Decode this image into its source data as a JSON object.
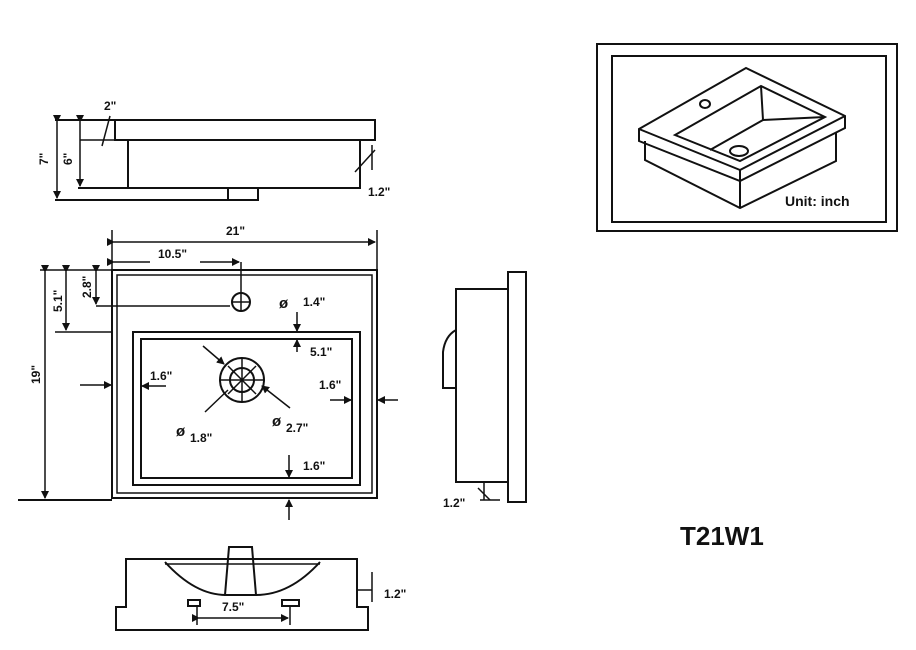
{
  "model": "T21W1",
  "unit_label": "Unit: inch",
  "top_side_view": {
    "height_total": "7\"",
    "height_body": "6\"",
    "slab_thickness": "2\"",
    "rim_offset": "1.2\""
  },
  "plan_view": {
    "width": "21\"",
    "faucet_offset": "10.5\"",
    "depth": "19\"",
    "basin_offset": "5.1\"",
    "faucet_hole_offset": "2.8\"",
    "faucet_hole_dia_symbol": "ø",
    "faucet_hole_dia": "1.4\"",
    "basin_gap": "5.1\"",
    "left_margin": "1.6\"",
    "right_margin": "1.6\"",
    "bottom_margin": "1.6\"",
    "drain_inner_symbol": "ø",
    "drain_inner_dia": "1.8\"",
    "drain_outer_symbol": "ø",
    "drain_outer_dia": "2.7\""
  },
  "right_side_view": {
    "offset": "1.2\""
  },
  "front_view": {
    "spacing": "7.5\"",
    "step": "1.2\""
  }
}
